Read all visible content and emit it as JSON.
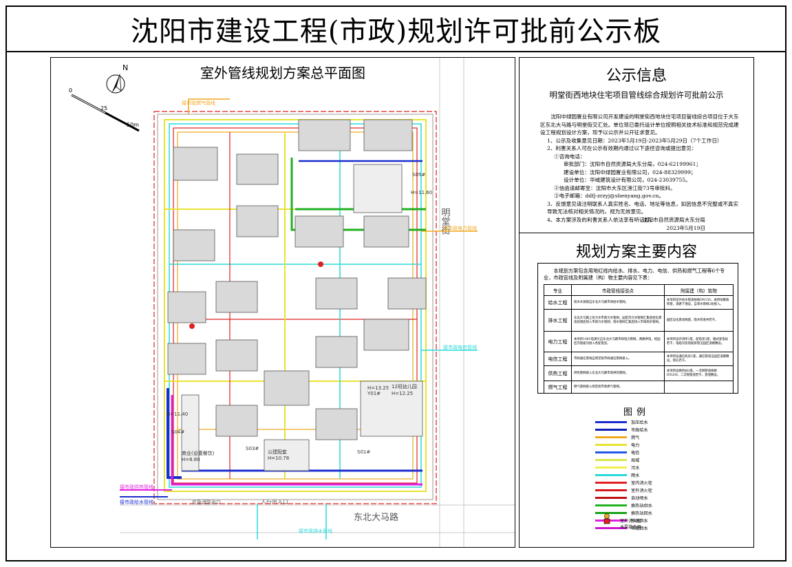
{
  "board": {
    "title": "沈阳市建设工程(市政)规划许可批前公示板"
  },
  "plan": {
    "title": "室外管线规划方案总平面图",
    "north": "N",
    "scale_labels": [
      "0",
      "25",
      "50m"
    ],
    "street_east": "明堂街",
    "street_south": "东北大马路",
    "entrance": "人行出入口",
    "labels": {
      "gas_pipe": "接市政燃气管线",
      "fire_entrance": "应急消防出口",
      "heat_pipe": "接市政供热管线",
      "water_pipe": "接市政给水管线",
      "drain_pipe": "接市政排水管线",
      "power_pipe": "接市政电力管线",
      "telecom_pipe": "接市政电信管线",
      "building_s05": "S05#",
      "building_s04": "S04#",
      "building_s03": "S03#",
      "building_s01": "S01#",
      "building_y01": "Y01#",
      "kindergarten": "12班幼儿园",
      "kindergarten_h": "H=12.25",
      "y01_h": "H=13.25",
      "s05_h": "H=11.60",
      "s04_h": "H=11.40",
      "public_1": "公建配套",
      "public_1_h": "H=10.78",
      "canteen": "商业(设置餐饮)",
      "canteen_h": "H=8.80"
    }
  },
  "notice": {
    "title": "公示信息",
    "subtitle": "明堂街西地块住宅项目管线综合规划许可批前公示",
    "paragraphs": [
      "沈阳中绿园置业有限公司开发建设的明堂街西地块住宅项目管线综合项目位于大东区东北大马路与明堂街交汇处。单位现已委托设计单位按照相关技术标准和规范完成建设工程规划设计方案，现予以公示并公开征求意见。",
      "1、公示及收集意见日期：2023年5月19日-2023年5月29日（7个工作日）",
      "2、利害关系人可在公示有效期内通过以下途径咨询或提出意见：",
      "①咨询电话：",
      "审批部门：沈阳市自然资源局大东分局，024-62199961；",
      "建设单位：沈阳中绿园置业有限公司，024-88329999；",
      "设计单位：华域建筑设计有限公司，024-23039755。",
      "②信函请邮寄至：沈阳市大东区滂江街73号审批科。",
      "③电子邮箱：ddfj-zrzyj@shenyang.gov.cn。",
      "3、反馈意见请注明联系人真实姓名、电话、地址等信息，如因信息不完整或不真实导致无法核对相关情况的，视为无效意见。",
      "4、本方案涉及的利害关系人依法享有听证权。"
    ],
    "signer": "沈阳市自然资源局大东分局",
    "date": "2023年5月19日"
  },
  "scheme": {
    "title": "规划方案主要内容",
    "intro": "本规划方案包含用地红线内给水、排水、电力、电信、供热和燃气工程等6个专业，市政管线及附属建（构）物主要内容见下表：",
    "headers": [
      "专业",
      "市政管线接驳点",
      "附属建（构）筑物"
    ],
    "rows": [
      {
        "specialty": "给水工程",
        "connection": "给水水源接自东北大马路市政给水管网。",
        "structures": "本项目室外给水管道规格DN150，采用球墨铸铁管，道路下埋设，自来水管网2处接入。"
      },
      {
        "specialty": "排水工程",
        "connection": "东北大马路上有污水市政污水管网，园区内污水管网汇集后经化粪池处理后排入市政污水管网；雨水管网汇集后排入市政雨水管网。",
        "structures": "园区设化粪池两座，雨水检查井若干。"
      },
      {
        "specialty": "电力工程",
        "connection": "本项目10kV电源引自东北大马路市政电力管网，两路供电，经园区内电缆沟接入各配电室。",
        "structures": "本项目设开闭所1座，配电室2座，箱式变电站若干，电缆沟及电缆排管沿园区道路敷设。"
      },
      {
        "specialty": "电信工程",
        "connection": "市政通信管线自明堂街市政通信管网接入。",
        "structures": "本项目设通信机房1座，通信管道沿园区道路敷设，管孔若干。"
      },
      {
        "specialty": "供热工程",
        "connection": "供热管网接入东北大马路市政供热管网。",
        "structures": "本项目设换热站1座，一次网管道规格DN200，二次网管道若干，直埋敷设。"
      },
      {
        "specialty": "燃气工程",
        "connection": "燃气管网接入明堂街市政燃气管网。",
        "structures": ""
      }
    ]
  },
  "legend": {
    "title": "图例",
    "items": [
      {
        "label": "加压给水",
        "color": "#1a2ccf"
      },
      {
        "label": "市政给水",
        "color": "#0d1fb5"
      },
      {
        "label": "燃气",
        "color": "#f2a61c"
      },
      {
        "label": "电力",
        "color": "#e8e230"
      },
      {
        "label": "电信",
        "color": "#1f58e8"
      },
      {
        "label": "局域",
        "color": "#d9e84a"
      },
      {
        "label": "污水",
        "color": "#f0f04a"
      },
      {
        "label": "雨水",
        "color": "#29d8d8"
      },
      {
        "label": "室内消火栓",
        "color": "#e02020"
      },
      {
        "label": "室外消火栓",
        "color": "#d81818"
      },
      {
        "label": "自动喷水",
        "color": "#c01010"
      },
      {
        "label": "换热站供水",
        "color": "#20b020"
      },
      {
        "label": "换热站回水",
        "color": "#18a018"
      },
      {
        "label": "市政供水",
        "color": "#e020e0"
      },
      {
        "label": "市政回水",
        "color": "#d018d0"
      }
    ],
    "icon_labels": [
      "室外消火栓",
      "水泵接合器"
    ]
  }
}
